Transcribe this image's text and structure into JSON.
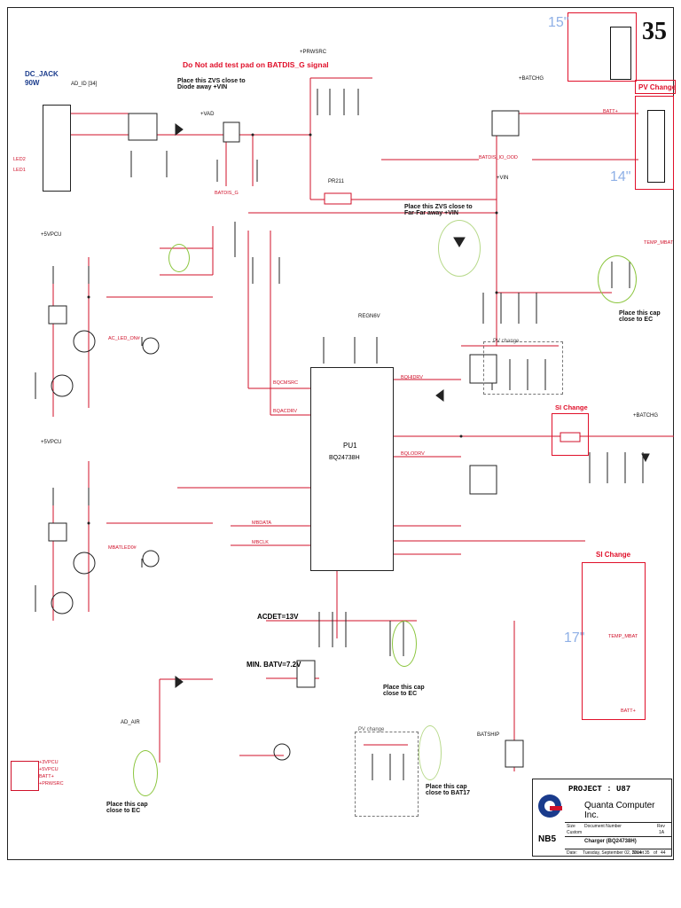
{
  "sheet": {
    "number": "35",
    "warning": "Do Not add test pad on BATDIS_G signal",
    "dc_jack_title": "DC_JACK",
    "dc_jack_watts": "90W",
    "acdet": "ACDET=13V",
    "min_batt": "MIN. BATV=7.2V",
    "ic_name": "PU1",
    "ic_part": "BQ24738H"
  },
  "notes": {
    "zvs_vin": "Place this ZVS close to\nDiode away +VIN",
    "zvs_far": "Place this ZVS close to\nFar-Far away +VIN",
    "cap_ec_right": "Place this cap\nclose to EC",
    "cap_ec_mid": "Place this cap\nclose to EC",
    "cap_ec_left": "Place this cap\nclose to EC",
    "cap_bat17": "Place this cap\nclose to BAT17"
  },
  "changes": {
    "pv_change": "PV Change",
    "si_change_1": "SI Change",
    "si_change_2": "SI Change",
    "size_15": "15\"",
    "size_14": "14\"",
    "size_17": "17\""
  },
  "nets": {
    "ac_led_on": "AC_LED_ON#",
    "mbatled": "MBATLED0#",
    "batdis_g": "BATDIS_G",
    "batdis_io": "BATDIS_IO_OOD",
    "acdrv": "BQACDRV",
    "acsrc": "BQCMSRC",
    "hidrv": "BQHIDRV",
    "lodrv": "BQLODRV",
    "bqsda": "MBDATA",
    "bqscl": "MBCLK",
    "temp_mbat": "TEMP_MBAT",
    "batt_plus": "BATT+",
    "batchg": "+BATCHG",
    "vin": "+VIN",
    "vad": "+VAD",
    "prwsrc": "+PRWSRC",
    "regn": "REGN6V",
    "ad_id": "AD_ID [34]",
    "ad_air": "AD_AIR",
    "bat_ship": "BATSHIP"
  },
  "legend_nets": [
    "+3VPCU",
    "+5VPCU",
    "BATT+",
    "+PRWSRC"
  ],
  "title_block": {
    "project": "PROJECT : U87",
    "company": "Quanta Computer Inc.",
    "logo_text": "NB5",
    "doc_title": "Charger (BQ24738H)",
    "size_label": "Size",
    "size_value": "Custom",
    "doc_no_label": "Document Number",
    "rev_label": "Rev",
    "rev_value": "1A",
    "date_label": "Date:",
    "date_value": "Tuesday, September 02, 2014",
    "sheet_label": "Sheet",
    "sheet_value": "35",
    "of_label": "of",
    "of_value": "44"
  }
}
